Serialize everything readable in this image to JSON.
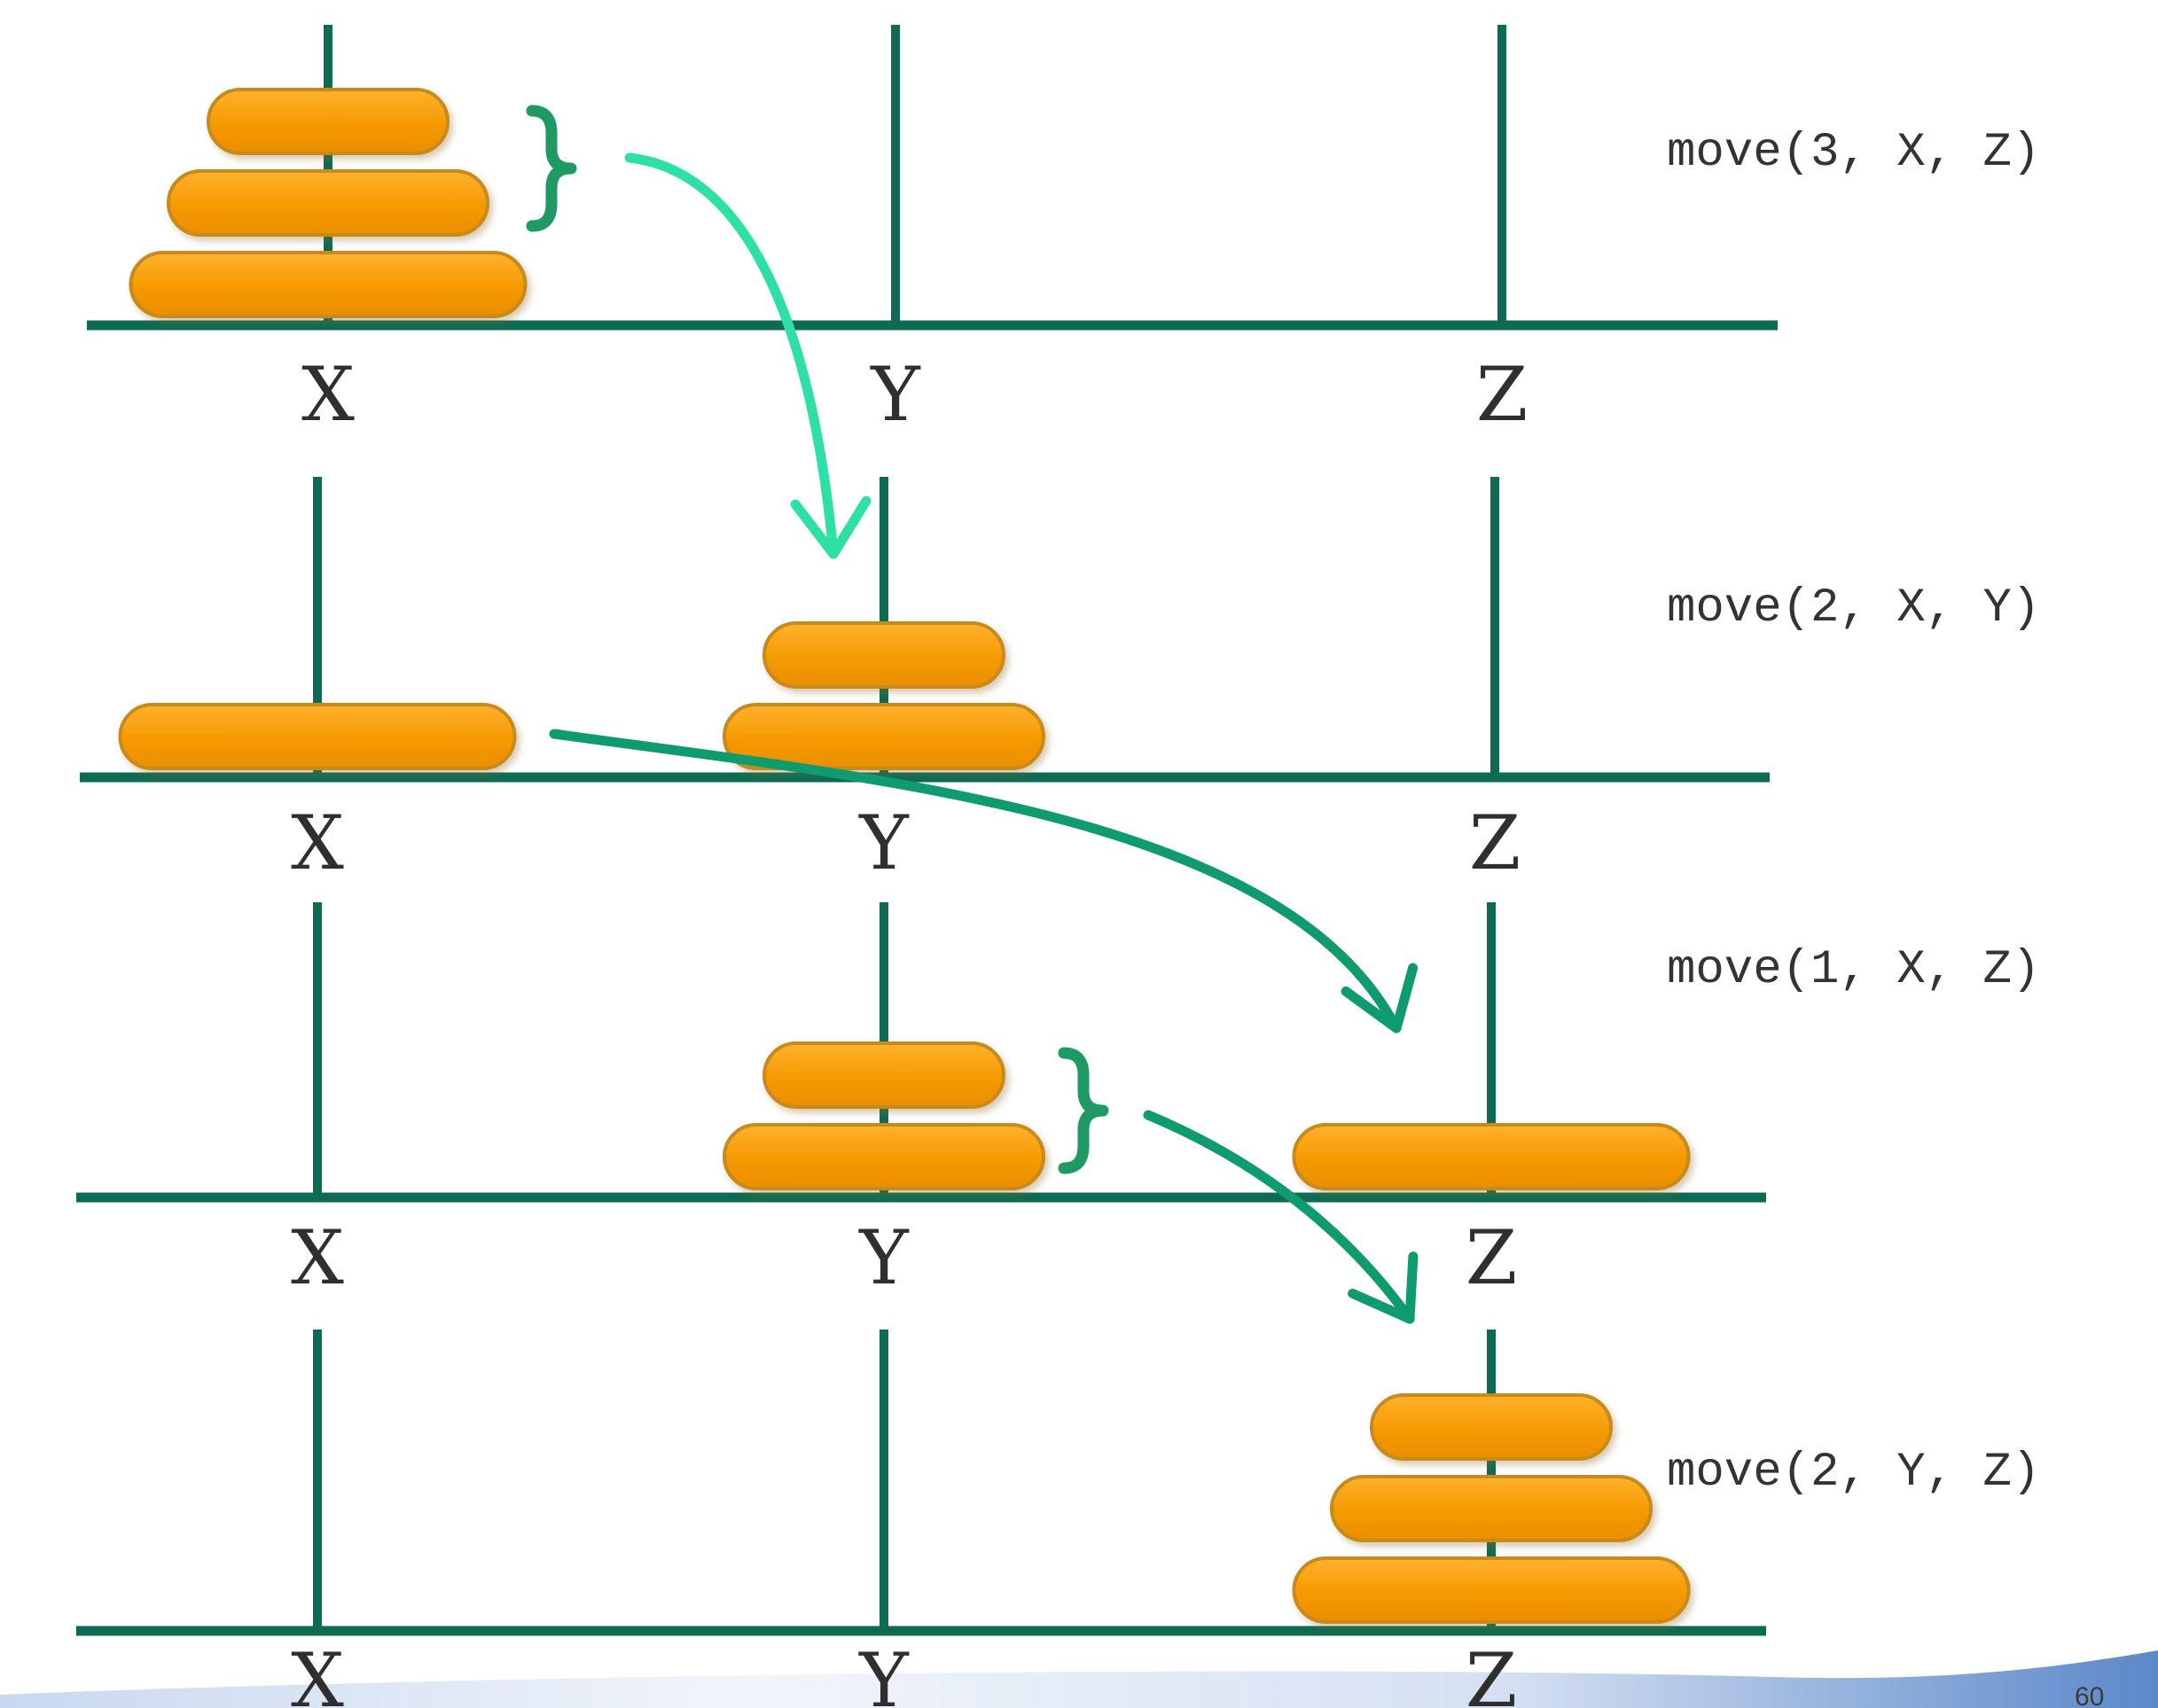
{
  "diagram": {
    "pegs": [
      "X",
      "Y",
      "Z"
    ],
    "stages": [
      {
        "move_label": "move(3, X, Z)",
        "disks": {
          "X": [
            3,
            2,
            1
          ],
          "Y": [],
          "Z": []
        },
        "peg_labels": [
          "X",
          "Y",
          "Z"
        ],
        "brace": true
      },
      {
        "move_label": "move(2, X, Y)",
        "disks": {
          "X": [
            3
          ],
          "Y": [
            2,
            1
          ],
          "Z": []
        },
        "peg_labels": [
          "X",
          "Y",
          "Z"
        ],
        "brace": false
      },
      {
        "move_label": "move(1, X, Z)",
        "disks": {
          "X": [],
          "Y": [
            2,
            1
          ],
          "Z": [
            3
          ]
        },
        "peg_labels": [
          "X",
          "Y",
          "Z"
        ],
        "brace": true
      },
      {
        "move_label": "move(2, Y, Z)",
        "disks": {
          "X": [],
          "Y": [],
          "Z": [
            3,
            2,
            1
          ]
        },
        "peg_labels": [
          "X",
          "Y",
          "Z"
        ],
        "brace": false
      }
    ],
    "page_number": "60"
  },
  "colors": {
    "peg": "#0d6b53",
    "disk_fill": "#f59a00",
    "disk_stroke": "#c98a1c",
    "arrow_light": "#2ee0a6",
    "arrow_dark": "#0f9a70",
    "brace": "#1f9a64",
    "bottom_band": "#5b88c9"
  }
}
